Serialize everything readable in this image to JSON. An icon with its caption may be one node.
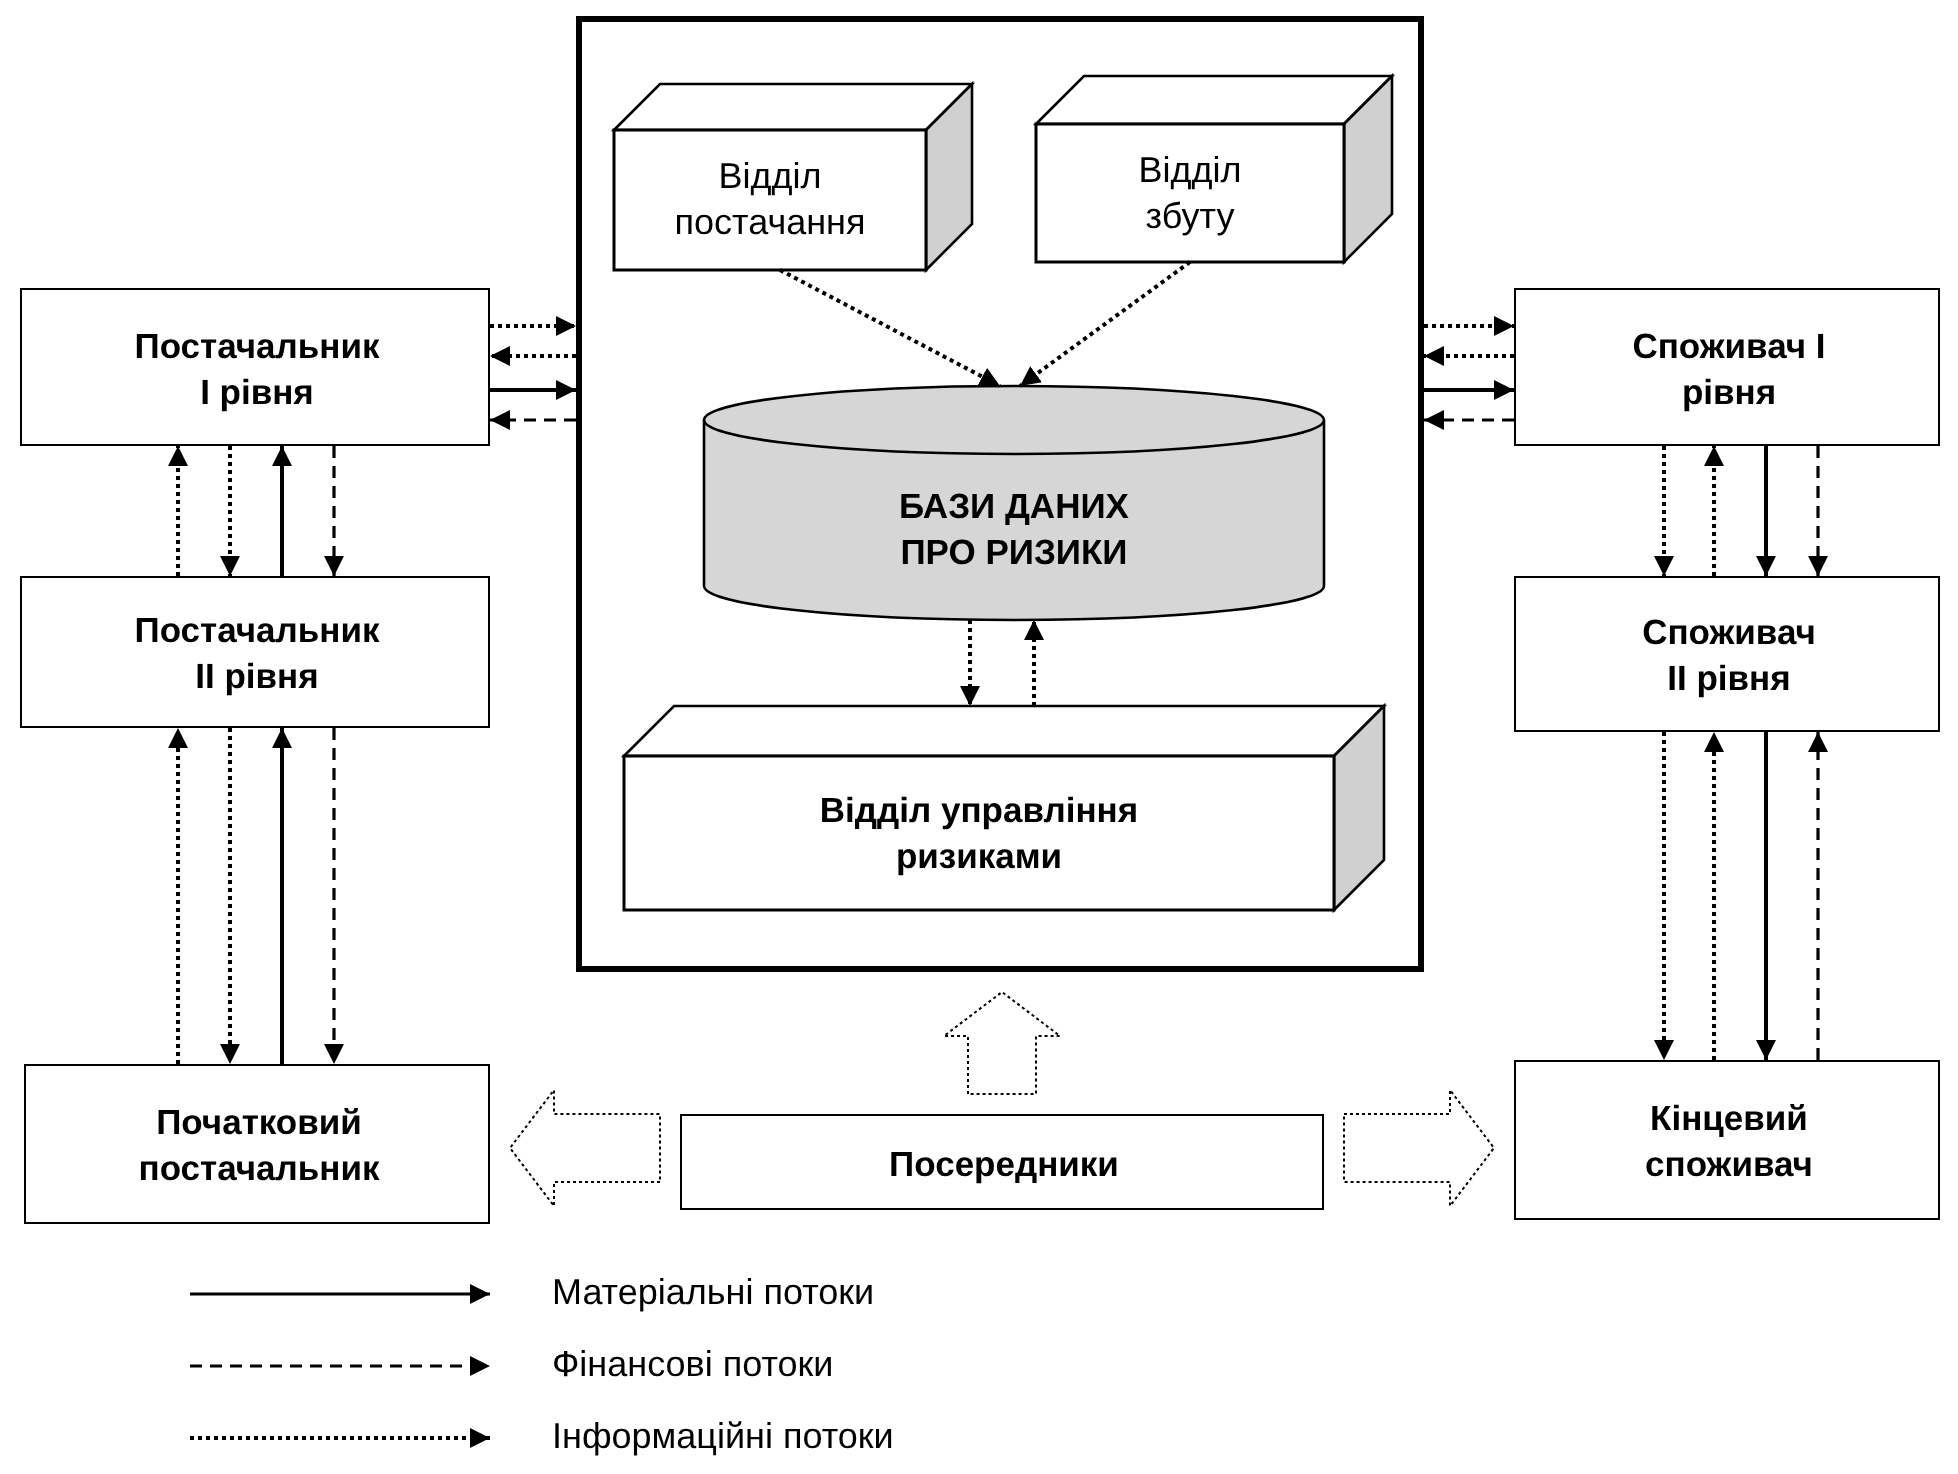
{
  "diagram": {
    "nodes": [
      {
        "text": [
          "Постачальник І рівня"
        ]
      },
      {
        "text": [
          "Постачальник ІІ рівня"
        ]
      },
      {
        "text": [
          "Початковий постачальник"
        ]
      },
      {
        "text": [],
        "shape": "box"
      },
      {
        "text": [
          "Відділ постачання"
        ],
        "in": 3
      },
      {
        "text": [
          "Відділ збуту"
        ],
        "in": 3
      },
      {
        "text": [
          "БАЗИ ДАНИХ ПРО РИЗИКИ"
        ],
        "in": 3
      },
      {
        "text": [
          "Відділ управління ризиками"
        ],
        "in": 3
      },
      {
        "text": [
          "Посередники"
        ]
      },
      {
        "text": [
          "Споживач І рівня"
        ]
      },
      {
        "text": [
          "Споживач ІІ рівня"
        ]
      },
      {
        "text": [
          "Кінцевий споживач"
        ]
      }
    ],
    "edges": [
      {
        "from": 0,
        "to": 3,
        "arrow": "to",
        "style": "dashed"
      },
      {
        "from": 3,
        "to": 0,
        "arrow": "to",
        "style": "dashed"
      },
      {
        "from": 0,
        "to": 3,
        "arrow": "to"
      },
      {
        "from": 3,
        "to": 0,
        "arrow": "to",
        "style": "dashed"
      },
      {
        "from": 1,
        "to": 0,
        "arrow": "to",
        "style": "dashed"
      },
      {
        "from": 0,
        "to": 1,
        "arrow": "to",
        "style": "dashed"
      },
      {
        "from": 1,
        "to": 0,
        "arrow": "to"
      },
      {
        "from": 0,
        "to": 1,
        "arrow": "to",
        "style": "dashed"
      },
      {
        "from": 2,
        "to": 1,
        "arrow": "to",
        "style": "dashed"
      },
      {
        "from": 1,
        "to": 2,
        "arrow": "to",
        "style": "dashed"
      },
      {
        "from": 2,
        "to": 1,
        "arrow": "to"
      },
      {
        "from": 1,
        "to": 2,
        "arrow": "to",
        "style": "dashed"
      },
      {
        "from": 3,
        "to": 9,
        "arrow": "to",
        "style": "dashed"
      },
      {
        "from": 9,
        "to": 3,
        "arrow": "to",
        "style": "dashed"
      },
      {
        "from": 3,
        "to": 9,
        "arrow": "to"
      },
      {
        "from": 9,
        "to": 3,
        "arrow": "to",
        "style": "dashed"
      },
      {
        "from": 9,
        "to": 10,
        "arrow": "to",
        "style": "dashed"
      },
      {
        "from": 10,
        "to": 9,
        "arrow": "to",
        "style": "dashed"
      },
      {
        "from": 9,
        "to": 10,
        "arrow": "to"
      },
      {
        "from": 9,
        "to": 10,
        "arrow": "to",
        "style": "dashed"
      },
      {
        "from": 10,
        "to": 11,
        "arrow": "to",
        "style": "dashed"
      },
      {
        "from": 11,
        "to": 10,
        "arrow": "to",
        "style": "dashed"
      },
      {
        "from": 10,
        "to": 11,
        "arrow": "to"
      },
      {
        "from": 11,
        "to": 10,
        "arrow": "to",
        "style": "dashed"
      },
      {
        "from": 4,
        "to": 6,
        "arrow": "to",
        "style": "dashed"
      },
      {
        "from": 5,
        "to": 6,
        "arrow": "to",
        "style": "dashed"
      },
      {
        "from": 6,
        "to": 7,
        "arrow": "to",
        "style": "dashed"
      },
      {
        "from": 7,
        "to": 6,
        "arrow": "to",
        "style": "dashed"
      },
      {
        "from": 8,
        "to": 3,
        "arrow": "to",
        "style": "dashed"
      },
      {
        "from": 8,
        "to": 2,
        "arrow": "to",
        "style": "dashed"
      },
      {
        "from": 8,
        "to": 11,
        "arrow": "to",
        "style": "dashed"
      }
    ],
    "legend": [
      {
        "text": "Матеріальні потоки"
      },
      {
        "text": "Фінансові потоки"
      },
      {
        "text": "Інформаційні потоки"
      }
    ]
  }
}
